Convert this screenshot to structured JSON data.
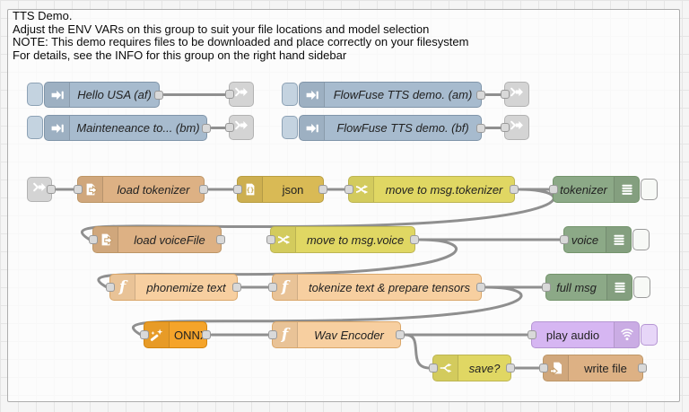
{
  "group": {
    "title_lines": [
      "TTS Demo.",
      "Adjust the ENV VARs on this group to suit your file locations and model selection",
      "NOTE: This demo requires files to be downloaded and place correctly on your filesystem",
      "For details, see the INFO for this group on the right hand sidebar"
    ]
  },
  "nodes": {
    "inject_hello": {
      "label": "Hello USA (af)",
      "type": "inject"
    },
    "inject_flowfuse_am": {
      "label": "FlowFuse TTS demo. (am)",
      "type": "inject"
    },
    "inject_maintenance": {
      "label": "Mainteneance to... (bm)",
      "type": "inject"
    },
    "inject_flowfuse_bf": {
      "label": "FlowFuse TTS demo. (bf)",
      "type": "inject"
    },
    "load_tokenizer": {
      "label": "load tokenizer",
      "type": "file-in"
    },
    "json": {
      "label": "json",
      "type": "json"
    },
    "move_tokenizer": {
      "label": "move to msg.tokenizer",
      "type": "change"
    },
    "debug_tokenizer": {
      "label": "tokenizer",
      "type": "debug"
    },
    "load_voicefile": {
      "label": "load voiceFile",
      "type": "file-in"
    },
    "move_voice": {
      "label": "move to msg.voice",
      "type": "change"
    },
    "debug_voice": {
      "label": "voice",
      "type": "debug"
    },
    "phonemize": {
      "label": "phonemize text",
      "type": "function"
    },
    "tokenize_tensors": {
      "label": "tokenize text & prepare tensors",
      "type": "function"
    },
    "debug_fullmsg": {
      "label": "full msg",
      "type": "debug"
    },
    "onnx": {
      "label": "ONNX",
      "type": "onnx"
    },
    "wav_encoder": {
      "label": "Wav Encoder",
      "type": "function"
    },
    "play_audio": {
      "label": "play audio",
      "type": "audio-out"
    },
    "save_switch": {
      "label": "save?",
      "type": "switch"
    },
    "write_file": {
      "label": "write file",
      "type": "file-out"
    }
  },
  "icons": {
    "json_glyph": "{}",
    "function_glyph": "f"
  },
  "palette": {
    "inject": "#a7bbce",
    "link": "#d4d4d4",
    "file": "#ddb184",
    "json": "#d9ba55",
    "change_switch": "#e0d763",
    "debug": "#8ca987",
    "function": "#f7cfa0",
    "onnx": "#f5a42a",
    "audio": "#d6b6f2",
    "wire": "#8f8f8f"
  }
}
